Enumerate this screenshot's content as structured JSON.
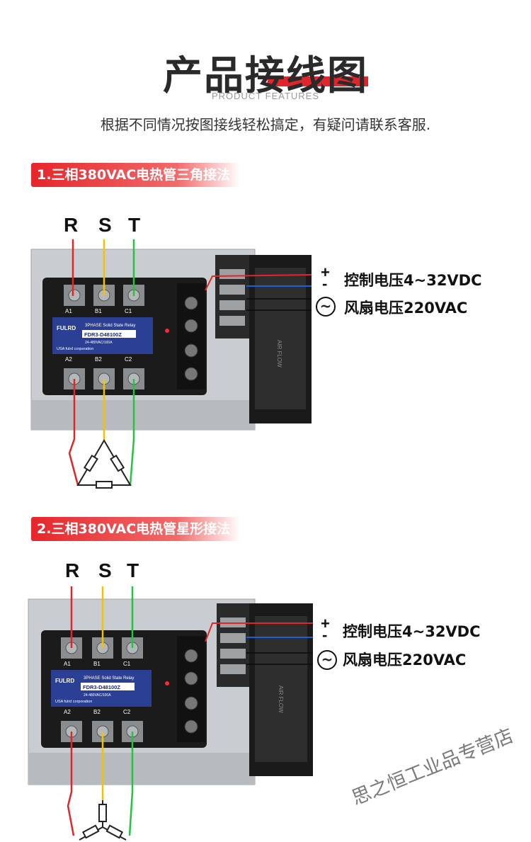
{
  "header": {
    "title": "产品接线图",
    "subtitle": "PRODUCT FEATURES",
    "intro": "根据不同情况按图接线轻松搞定，有疑问请联系客服."
  },
  "sections": [
    {
      "tag": "1.三相380VAC电热管三角接法",
      "phases": [
        "R",
        "S",
        "T"
      ],
      "control_label": "控制电压4~32VDC",
      "fan_label": "风扇电压220VAC",
      "plus": "+",
      "minus": "-",
      "ac_symbol": "~"
    },
    {
      "tag": "2.三相380VAC电热管星形接法",
      "phases": [
        "R",
        "S",
        "T"
      ],
      "control_label": "控制电压4~32VDC",
      "fan_label": "风扇电压220VAC",
      "plus": "+",
      "minus": "-",
      "ac_symbol": "~"
    }
  ],
  "relay": {
    "brand": "FULRD",
    "type_text": "3PHASE Solid State Relay",
    "model": "FDR3-D48100Z",
    "rating": "24-480VAC/100A",
    "company": "USA fulrd corporation",
    "terminals_top": [
      "A1",
      "B1",
      "C1"
    ],
    "terminals_bottom": [
      "A2",
      "B2",
      "C2"
    ],
    "fan_text": "AIR FLOW"
  },
  "watermark": "思之恒工业品专营店",
  "colors": {
    "wire_r": "#e0262a",
    "wire_s": "#f2c200",
    "wire_t": "#22c440",
    "wire_neg": "#1f5fd6",
    "accent": "#e6262b"
  }
}
